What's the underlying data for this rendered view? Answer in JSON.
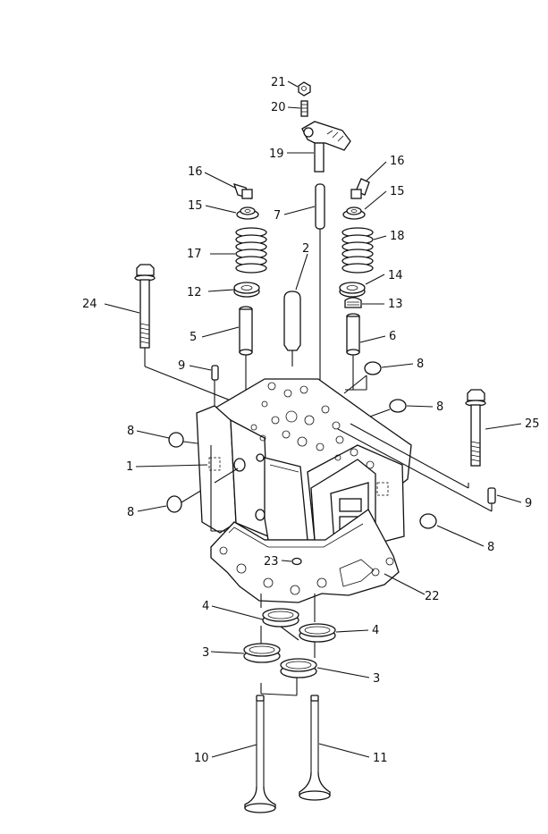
{
  "labels": {
    "l21": "21",
    "l20": "20",
    "l19": "19",
    "l16a": "16",
    "l16b": "16",
    "l15a": "15",
    "l15b": "15",
    "l7": "7",
    "l2": "2",
    "l17": "17",
    "l18": "18",
    "l24": "24",
    "l12": "12",
    "l14": "14",
    "l13": "13",
    "l5": "5",
    "l6": "6",
    "l9a": "9",
    "l9b": "9",
    "l8a": "8",
    "l8b": "8",
    "l8c": "8",
    "l8d": "8",
    "l8e": "8",
    "l25": "25",
    "l1": "1",
    "l23": "23",
    "l22": "22",
    "l4a": "4",
    "l4b": "4",
    "l3a": "3",
    "l3b": "3",
    "l10": "10",
    "l11": "11"
  }
}
